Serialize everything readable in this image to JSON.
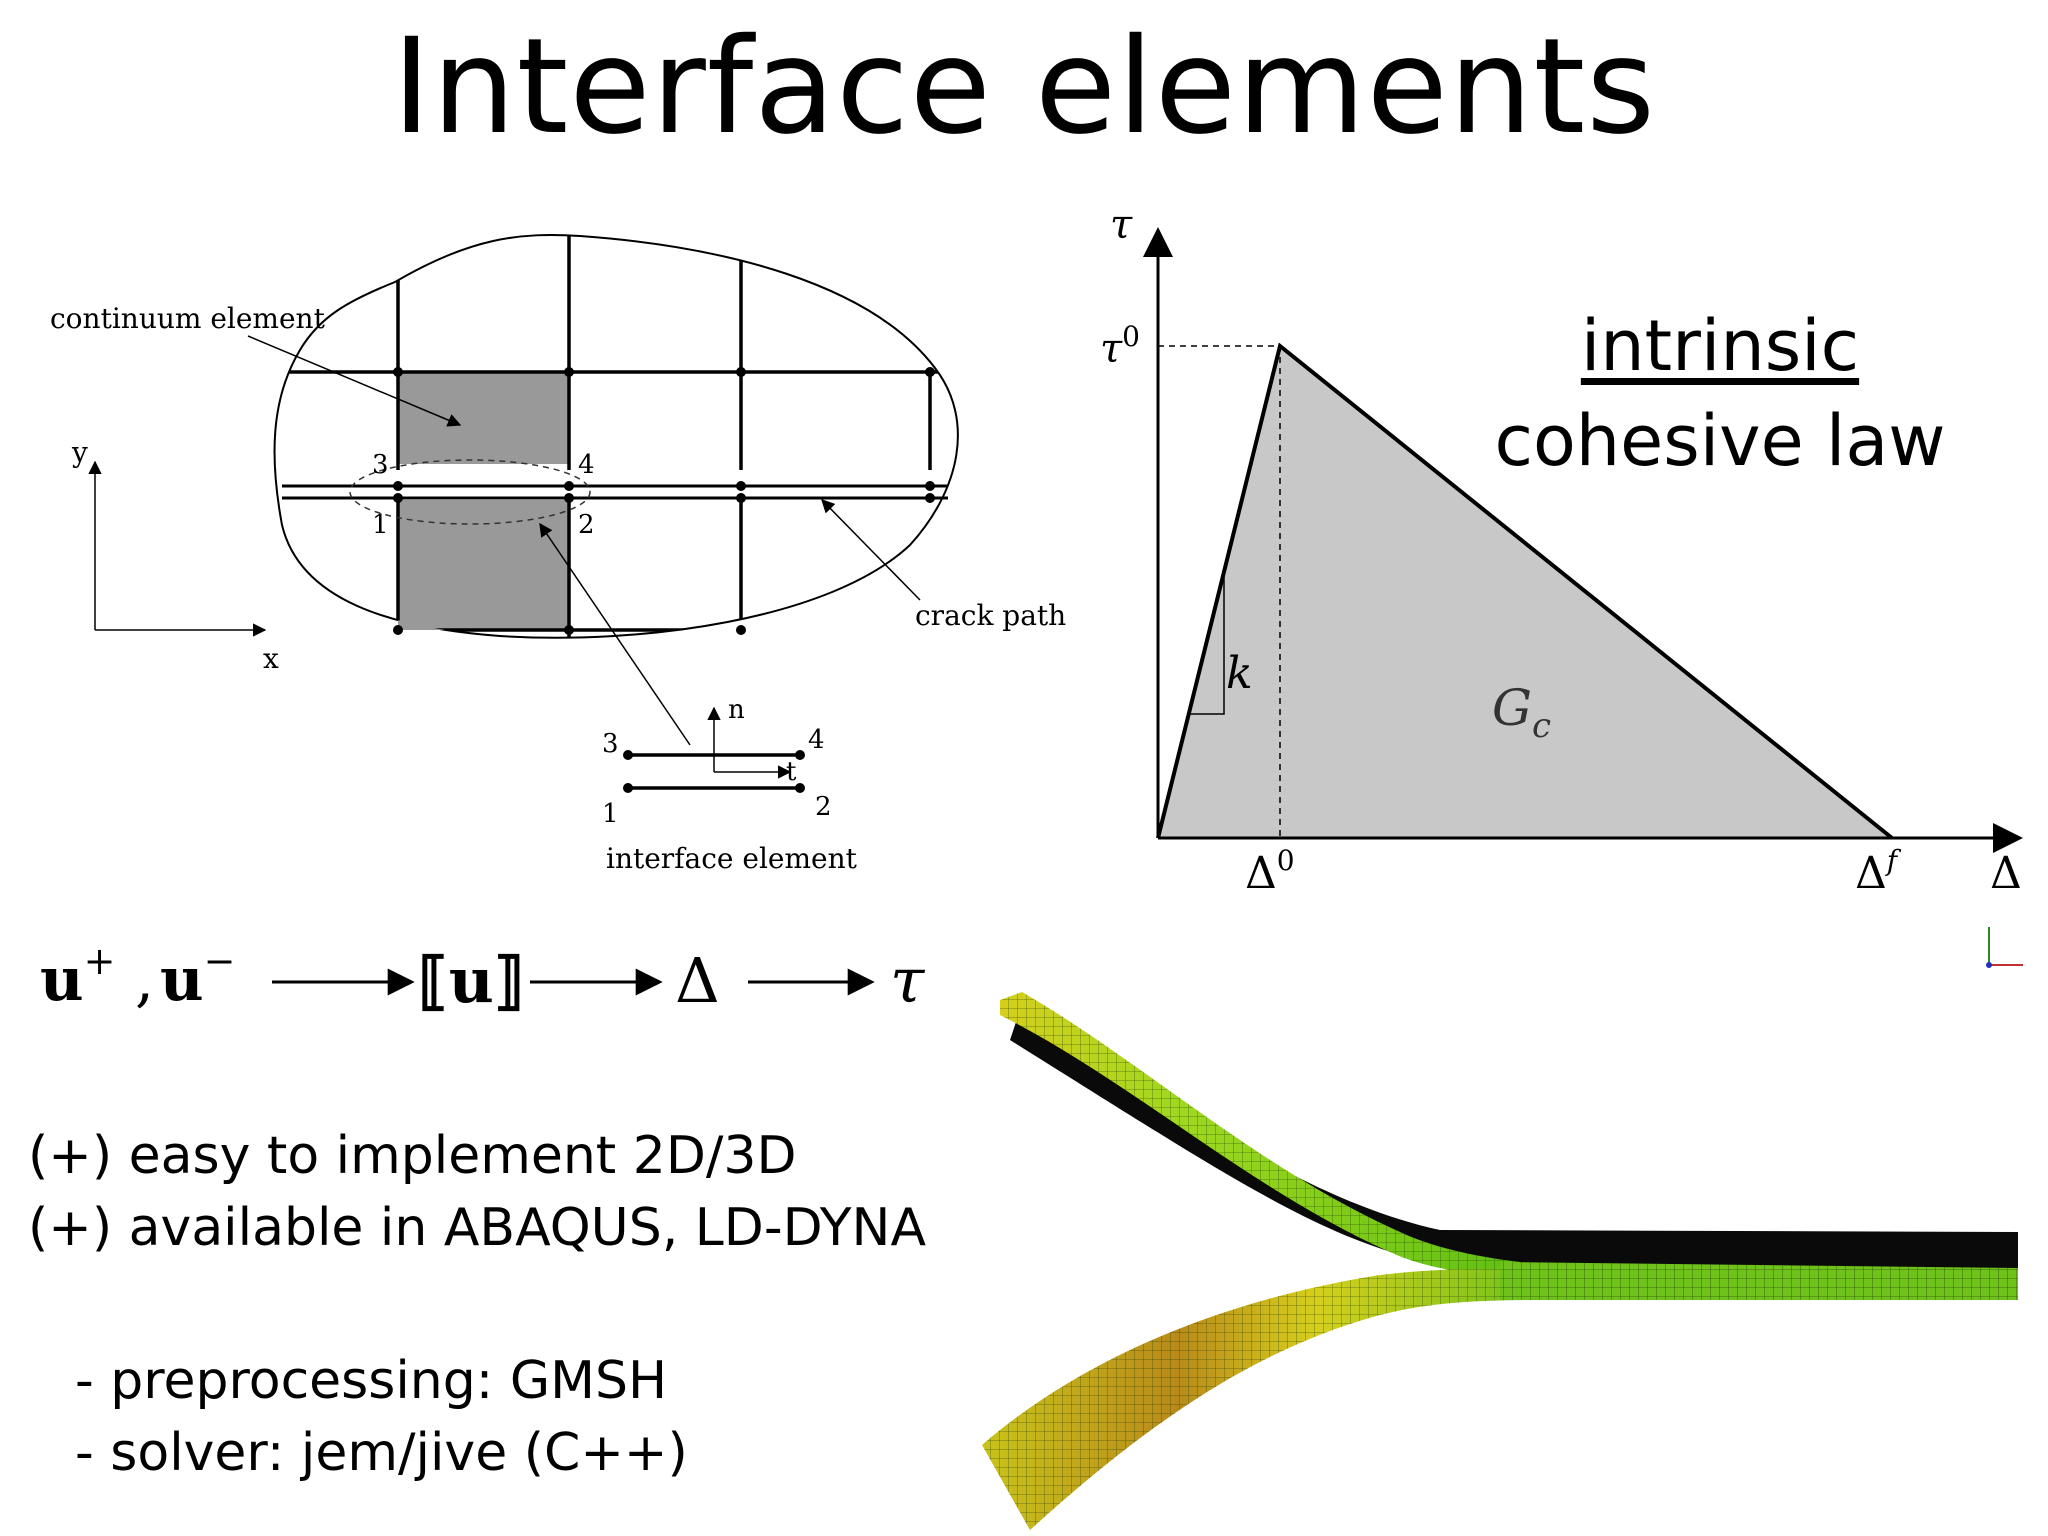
{
  "slide": {
    "title": "Interface elements",
    "law_title_line1": "intrinsic",
    "law_title_line2": "cohesive law"
  },
  "mesh_diagram": {
    "label_continuum": "continuum element",
    "label_crack": "crack path",
    "label_interface": "interface element",
    "axis_x": "x",
    "axis_y": "y",
    "axis_n": "n",
    "axis_t": "t",
    "node_1": "1",
    "node_2": "2",
    "node_3": "3",
    "node_4": "4"
  },
  "cohesive_law": {
    "axis_x": "Δ",
    "axis_y": "τ",
    "peak_stress": "τ",
    "peak_stress_sup": "0",
    "onset_disp": "Δ",
    "onset_disp_sup": "0",
    "final_disp": "Δ",
    "final_disp_sup": "f",
    "stiffness": "k",
    "fracture_energy": "G",
    "fracture_energy_sub": "c",
    "fill_color": "#c8c8c8"
  },
  "formula": {
    "u_plus": "u",
    "plus": "+",
    "comma": ",",
    "u_minus": "u",
    "minus": "−",
    "jump": "⟦u⟧",
    "delta": "Δ",
    "tau": "τ"
  },
  "pros": {
    "line1": "(+) easy to implement 2D/3D",
    "line2": "(+) available in ABAQUS, LD-DYNA"
  },
  "tools": {
    "line1": "- preprocessing: GMSH",
    "line2": "- solver: jem/jive (C++)"
  },
  "simulation": {
    "color_green": "#6fc21a",
    "color_yellow": "#d6cf1c",
    "color_orange": "#b9871a",
    "color_dark": "#0a0a0a"
  }
}
